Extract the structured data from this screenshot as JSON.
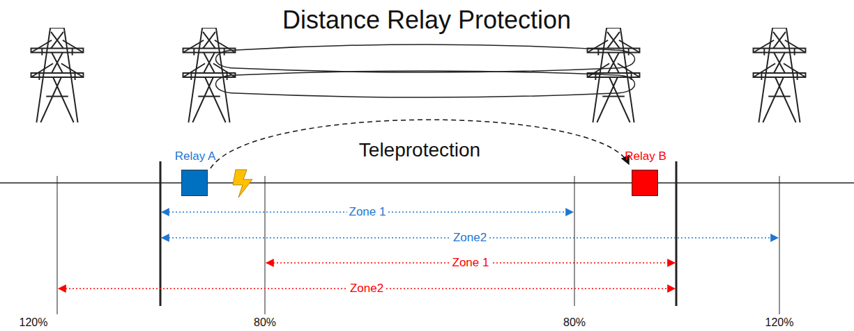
{
  "diagram": {
    "title": "Distance Relay Protection",
    "nodes": [
      {
        "text": [
          "Relay A"
        ]
      },
      {
        "text": [
          "Relay B"
        ]
      }
    ],
    "edges": [
      {
        "from": 0,
        "to": 1,
        "arrow": "to",
        "label": "Teleprotection"
      }
    ],
    "labels": [
      "Zone 1",
      "Zone2",
      "Zone 1",
      "Zone2",
      "120%",
      "80%",
      "80%",
      "120%"
    ]
  }
}
